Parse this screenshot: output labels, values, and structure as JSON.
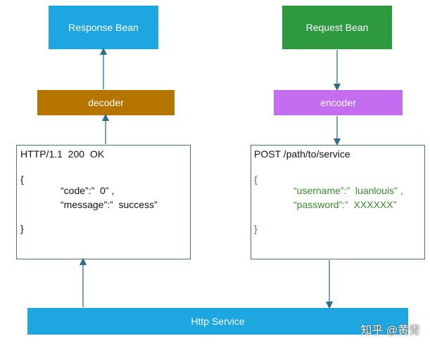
{
  "colors": {
    "response_bean": "#1ea6e0",
    "request_bean": "#2e9a3f",
    "decoder": "#b57500",
    "encoder": "#c46df0",
    "http_service": "#1ea6e0",
    "arrow": "#2f6e8a",
    "panel_border": "#4a6f90",
    "request_json": "#3b8a2e"
  },
  "response_bean": {
    "label": "Response Bean"
  },
  "request_bean": {
    "label": "Request Bean"
  },
  "decoder": {
    "label": "decoder"
  },
  "encoder": {
    "label": "encoder"
  },
  "http_service": {
    "label": "Http Service"
  },
  "response_panel": {
    "status_line": "HTTP/1.1  200  OK",
    "open_brace": "{",
    "line1": "“code”:”  0” ,",
    "line2": "“message”:”  success”",
    "close_brace": "}"
  },
  "request_panel": {
    "request_line": "POST /path/to/service",
    "open_brace": "{",
    "line1": "“username”:”  luanlouis” ,",
    "line2": "“password”:”  XXXXXX”",
    "close_brace": "}"
  },
  "watermark": {
    "text": "知乎 @黄青"
  }
}
